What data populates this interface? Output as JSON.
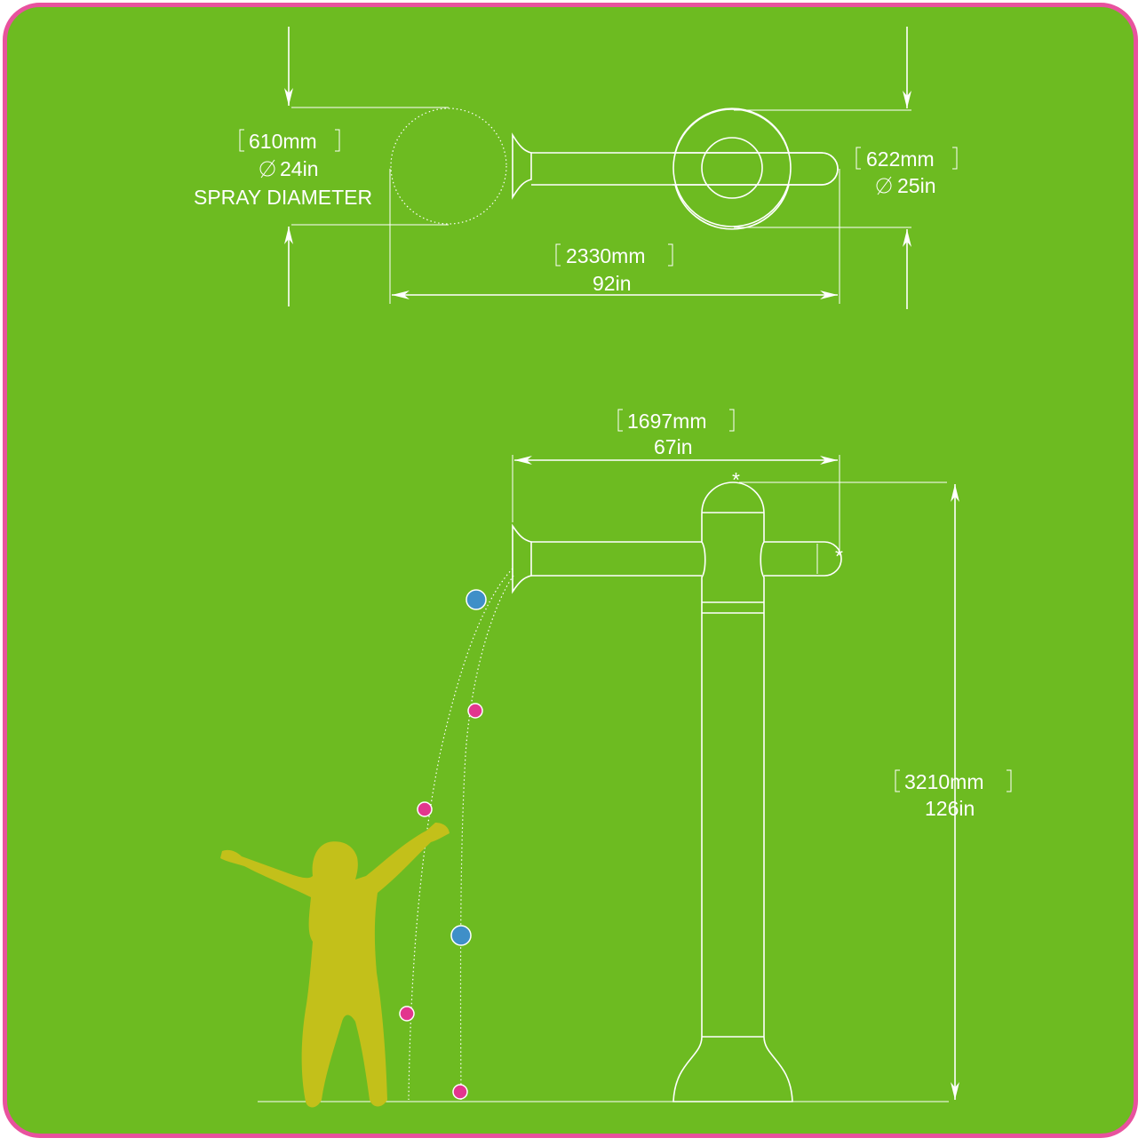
{
  "top_view": {
    "spray_mm": "610mm",
    "spray_in": "24in",
    "spray_label": "SPRAY DIAMETER",
    "base_mm": "622mm",
    "base_in": "25in",
    "length_mm": "2330mm",
    "length_in": "92in"
  },
  "side_view": {
    "arm_mm": "1697mm",
    "arm_in": "67in",
    "height_mm": "3210mm",
    "height_in": "126in"
  },
  "colors": {
    "background": "#6dbb21",
    "border": "#e8529e",
    "child_silhouette": "#c3c01a",
    "drop_pink": "#e2368e",
    "drop_blue": "#3f8fc8",
    "line": "#ffffff"
  }
}
